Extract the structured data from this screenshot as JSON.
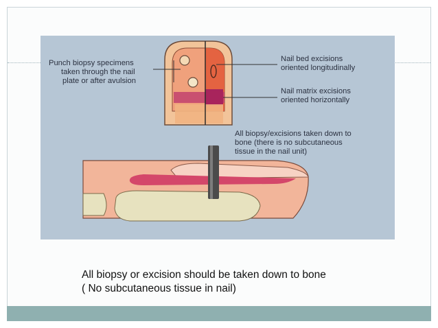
{
  "figure": {
    "labels": {
      "punch": [
        "Punch biopsy specimens",
        "taken through the nail",
        "plate or after avulsion"
      ],
      "nail_bed": [
        "Nail bed excisions",
        "oriented longitudinally"
      ],
      "nail_matrix": [
        "Nail matrix excisions",
        "oriented horizontally"
      ],
      "bone": [
        "All biopsy/excisions taken down to",
        "bone (there is no subcutaneous",
        "tissue in the nail unit)"
      ]
    }
  },
  "caption": {
    "line1": "All biopsy or excision should be taken down to bone",
    "line2": "( No subcutaneous  tissue in nail)"
  },
  "colors": {
    "figure_bg": "#b6c6d5",
    "skin": "#f2c49a",
    "nail_red": "#e05a3c",
    "matrix_magenta": "#b8306a",
    "bone": "#e7e2bf",
    "bottom_bar": "#8fb0b0"
  }
}
